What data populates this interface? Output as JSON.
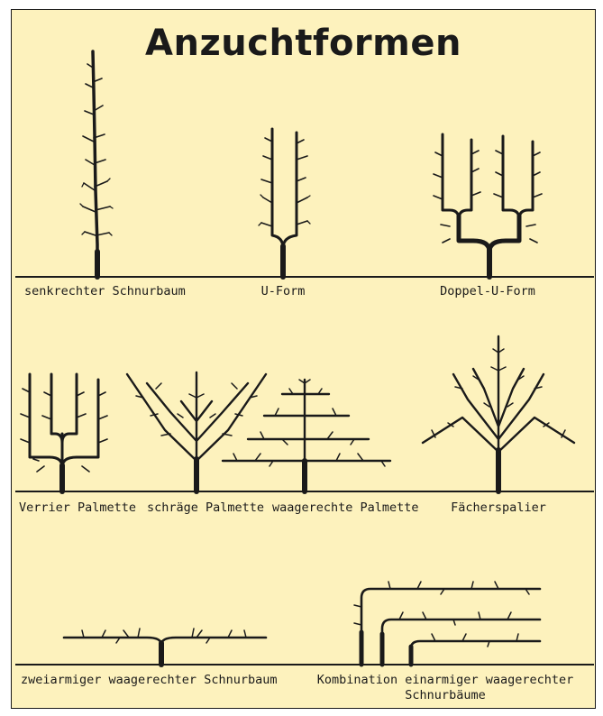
{
  "title": "Anzuchtformen",
  "labels": {
    "senkrechter": "senkrechter Schnurbaum",
    "u_form": "U-Form",
    "doppel_u": "Doppel-U-Form",
    "verrier": "Verrier Palmette",
    "schraege": "schräge Palmette",
    "waagerechte": "waagerechte Palmette",
    "faecher": "Fächerspalier",
    "zweiarmiger": "zweiarmiger waagerechter Schnurbaum",
    "kombination_line1": "Kombination einarmiger waagerechter",
    "kombination_line2": "Schnurbäume"
  }
}
